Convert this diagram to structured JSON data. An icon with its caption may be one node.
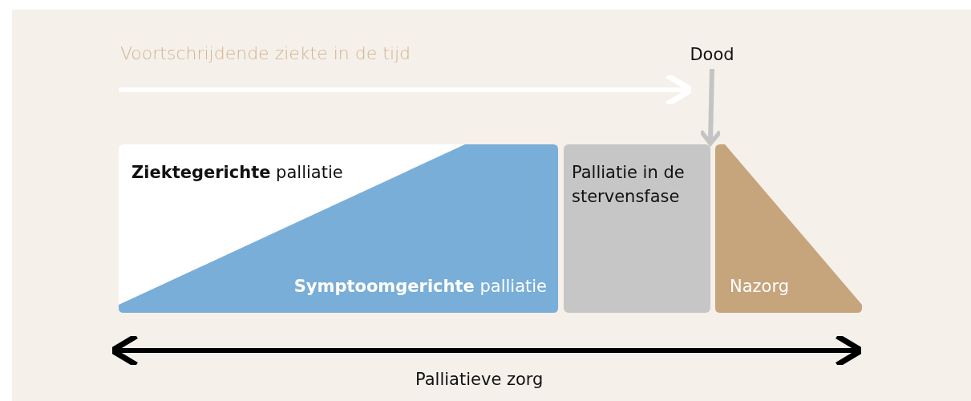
{
  "diagram": {
    "nodes": [
      {
        "text": [
          "Dood"
        ]
      },
      {
        "text": [
          "**Ziektegerichte** palliatie",
          "**Symptoomgerichte** palliatie"
        ]
      },
      {
        "text": [
          "Palliatie in de stervensfase"
        ]
      },
      {
        "text": [
          "Nazorg"
        ]
      }
    ],
    "edges": [
      {
        "from": 0,
        "to": 2,
        "arrow": "to",
        "color": "#c4c4c4"
      }
    ],
    "labels": [
      "Voortschrijdende ziekte in de tijd",
      "Palliatieve zorg"
    ]
  }
}
